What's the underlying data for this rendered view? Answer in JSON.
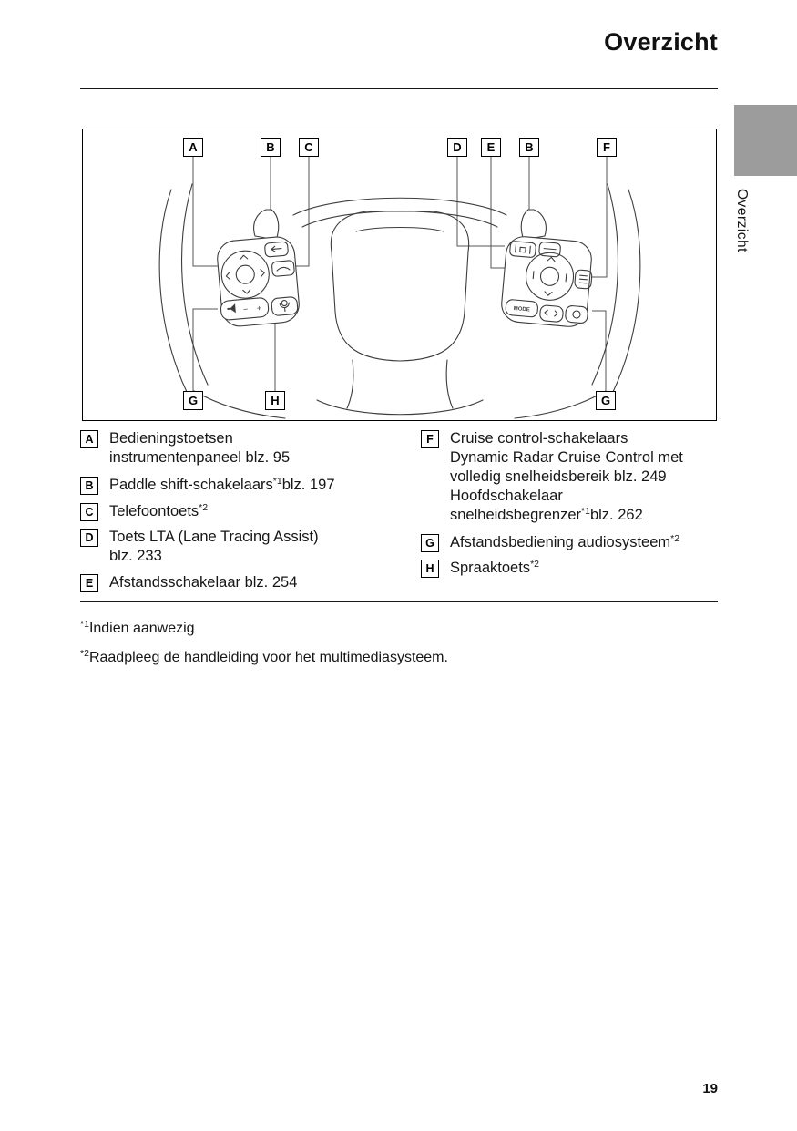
{
  "page": {
    "title": "Overzicht",
    "side_tab_label": "Overzicht",
    "page_number": "19"
  },
  "diagram": {
    "top_callouts": [
      "A",
      "B",
      "C",
      "D",
      "E",
      "B",
      "F"
    ],
    "bottom_callouts": [
      "G",
      "H",
      "G"
    ],
    "buttons": {
      "mode_label": "MODE",
      "volume_plus": "+",
      "volume_minus": "−"
    }
  },
  "legend": {
    "left": [
      {
        "key": "A",
        "line1": "Bedieningstoetsen",
        "line2": "instrumentenpaneel blz. 95"
      },
      {
        "key": "B",
        "text": "Paddle shift-schakelaars",
        "sup": "*1",
        "suffix": "blz. 197"
      },
      {
        "key": "C",
        "text": "Telefoontoets",
        "sup": "*2",
        "suffix": ""
      },
      {
        "key": "D",
        "line1": "Toets LTA (Lane Tracing Assist)",
        "line2": "blz. 233"
      },
      {
        "key": "E",
        "line1": "Afstandsschakelaar blz. 254"
      }
    ],
    "right": [
      {
        "key": "F",
        "line1": "Cruise control-schakelaars",
        "line2": "Dynamic Radar Cruise Control met",
        "line3": "volledig snelheidsbereik blz. 249",
        "line4": "Hoofdschakelaar",
        "line5_text": "snelheidsbegrenzer",
        "line5_sup": "*1",
        "line5_suffix": "blz. 262"
      },
      {
        "key": "G",
        "text": "Afstandsbediening audiosysteem",
        "sup": "*2",
        "suffix": ""
      },
      {
        "key": "H",
        "text": "Spraaktoets",
        "sup": "*2",
        "suffix": ""
      }
    ]
  },
  "footnotes": [
    {
      "sup": "*1",
      "text": "Indien aanwezig"
    },
    {
      "sup": "*2",
      "text": "Raadpleeg de handleiding voor het multimediasysteem."
    }
  ]
}
